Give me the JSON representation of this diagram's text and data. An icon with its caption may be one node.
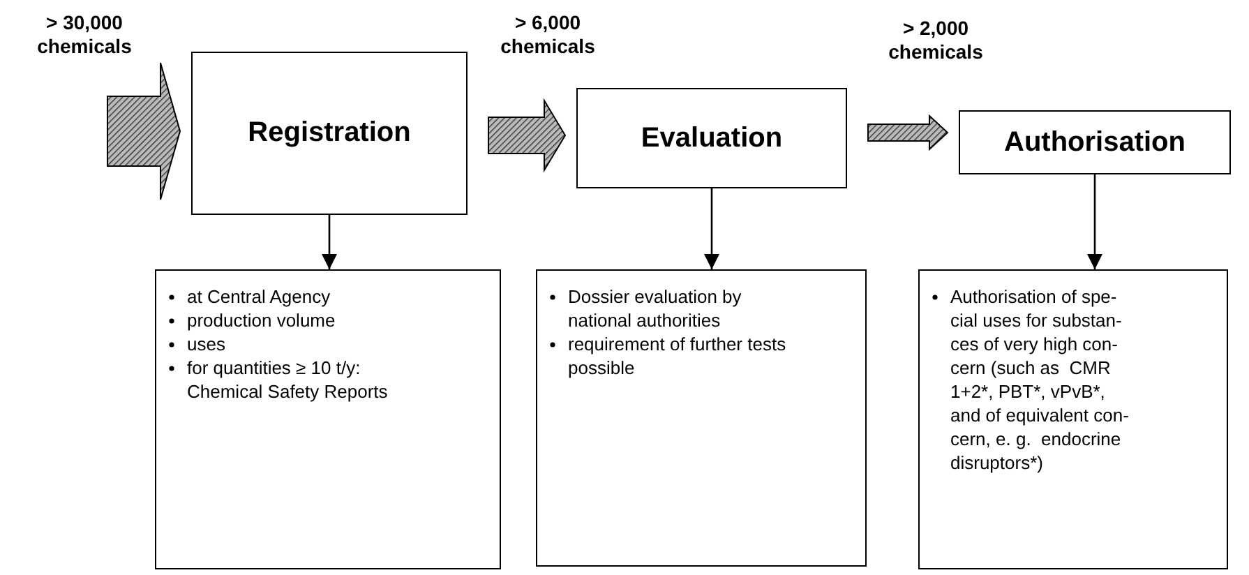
{
  "diagram": {
    "nodes": [
      {
        "text": [
          "Registration"
        ]
      },
      {
        "text": [
          "Evaluation"
        ]
      },
      {
        "text": [
          "Authorisation"
        ]
      },
      {
        "text": [
          "at Central Agency",
          "production volume",
          "uses",
          "for quantities ≥ 10 t/y: Chemical Safety Reports"
        ]
      },
      {
        "text": [
          "Dossier evaluation by national authorities",
          "requirement of further tests possible"
        ]
      },
      {
        "text": [
          "Authorisation of spe- cial uses for substan- ces of very high con- cern (such as  CMR 1+2*, PBT*, vPvB*, and of equivalent con- cern, e. g.  endocrine disruptors*)"
        ]
      }
    ],
    "edges": [
      {
        "from": null,
        "to": 0,
        "arrow": "to",
        "style": "thick"
      },
      {
        "from": 0,
        "to": 1,
        "arrow": "to",
        "style": "thick"
      },
      {
        "from": 1,
        "to": 2,
        "arrow": "to",
        "style": "thick"
      },
      {
        "from": 0,
        "to": 3,
        "arrow": "to"
      },
      {
        "from": 1,
        "to": 4,
        "arrow": "to"
      },
      {
        "from": 2,
        "to": 5,
        "arrow": "to"
      }
    ],
    "labels": [
      "> 30,000 chemicals",
      "> 6,000 chemicals",
      "> 2,000 chemicals"
    ]
  }
}
